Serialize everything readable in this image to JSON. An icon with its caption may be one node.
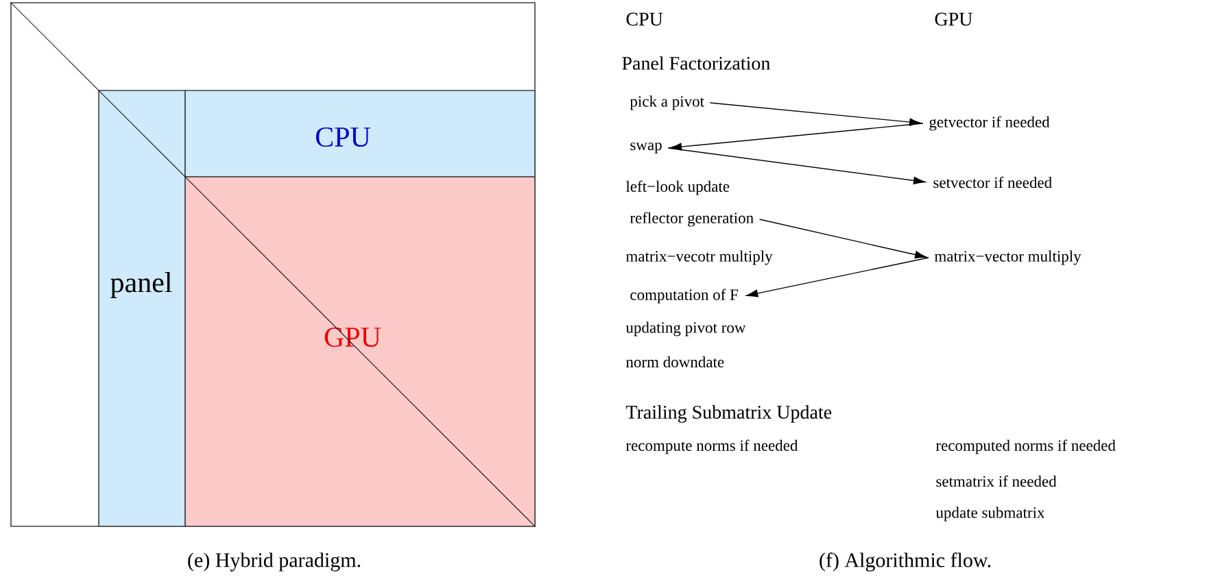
{
  "diagram": {
    "nodes": [
      {
        "text": [],
        "shape": "box"
      },
      {
        "text": [
          "panel"
        ],
        "in": 0
      },
      {
        "text": [
          "CPU"
        ],
        "in": 0
      },
      {
        "text": [
          "GPU"
        ],
        "in": 0
      },
      {
        "text": [
          "pick a pivot"
        ]
      },
      {
        "text": [
          "getvector if needed"
        ]
      },
      {
        "text": [
          "swap"
        ]
      },
      {
        "text": [
          "setvector if needed"
        ]
      },
      {
        "text": [
          "reflector generation"
        ]
      },
      {
        "text": [
          "matrix−vector multiply"
        ]
      },
      {
        "text": [
          "computation of F"
        ]
      }
    ],
    "edges": [
      {
        "from": 4,
        "to": 5,
        "arrow": "to"
      },
      {
        "from": 5,
        "to": 6,
        "arrow": "to"
      },
      {
        "from": 6,
        "to": 7,
        "arrow": "to"
      },
      {
        "from": 8,
        "to": 9,
        "arrow": "to"
      },
      {
        "from": 9,
        "to": 10,
        "arrow": "to"
      }
    ],
    "labels": [
      "(e) Hybrid paradigm.",
      "CPU",
      "GPU",
      "Panel Factorization",
      "left−look update",
      "matrix−vecotr multiply",
      "updating pivot row",
      "norm downdate",
      "Trailing Submatrix Update",
      "recompute norms if needed",
      "recomputed norms if needed",
      "setmatrix if needed",
      "update submatrix",
      "(f) Algorithmic flow."
    ]
  }
}
